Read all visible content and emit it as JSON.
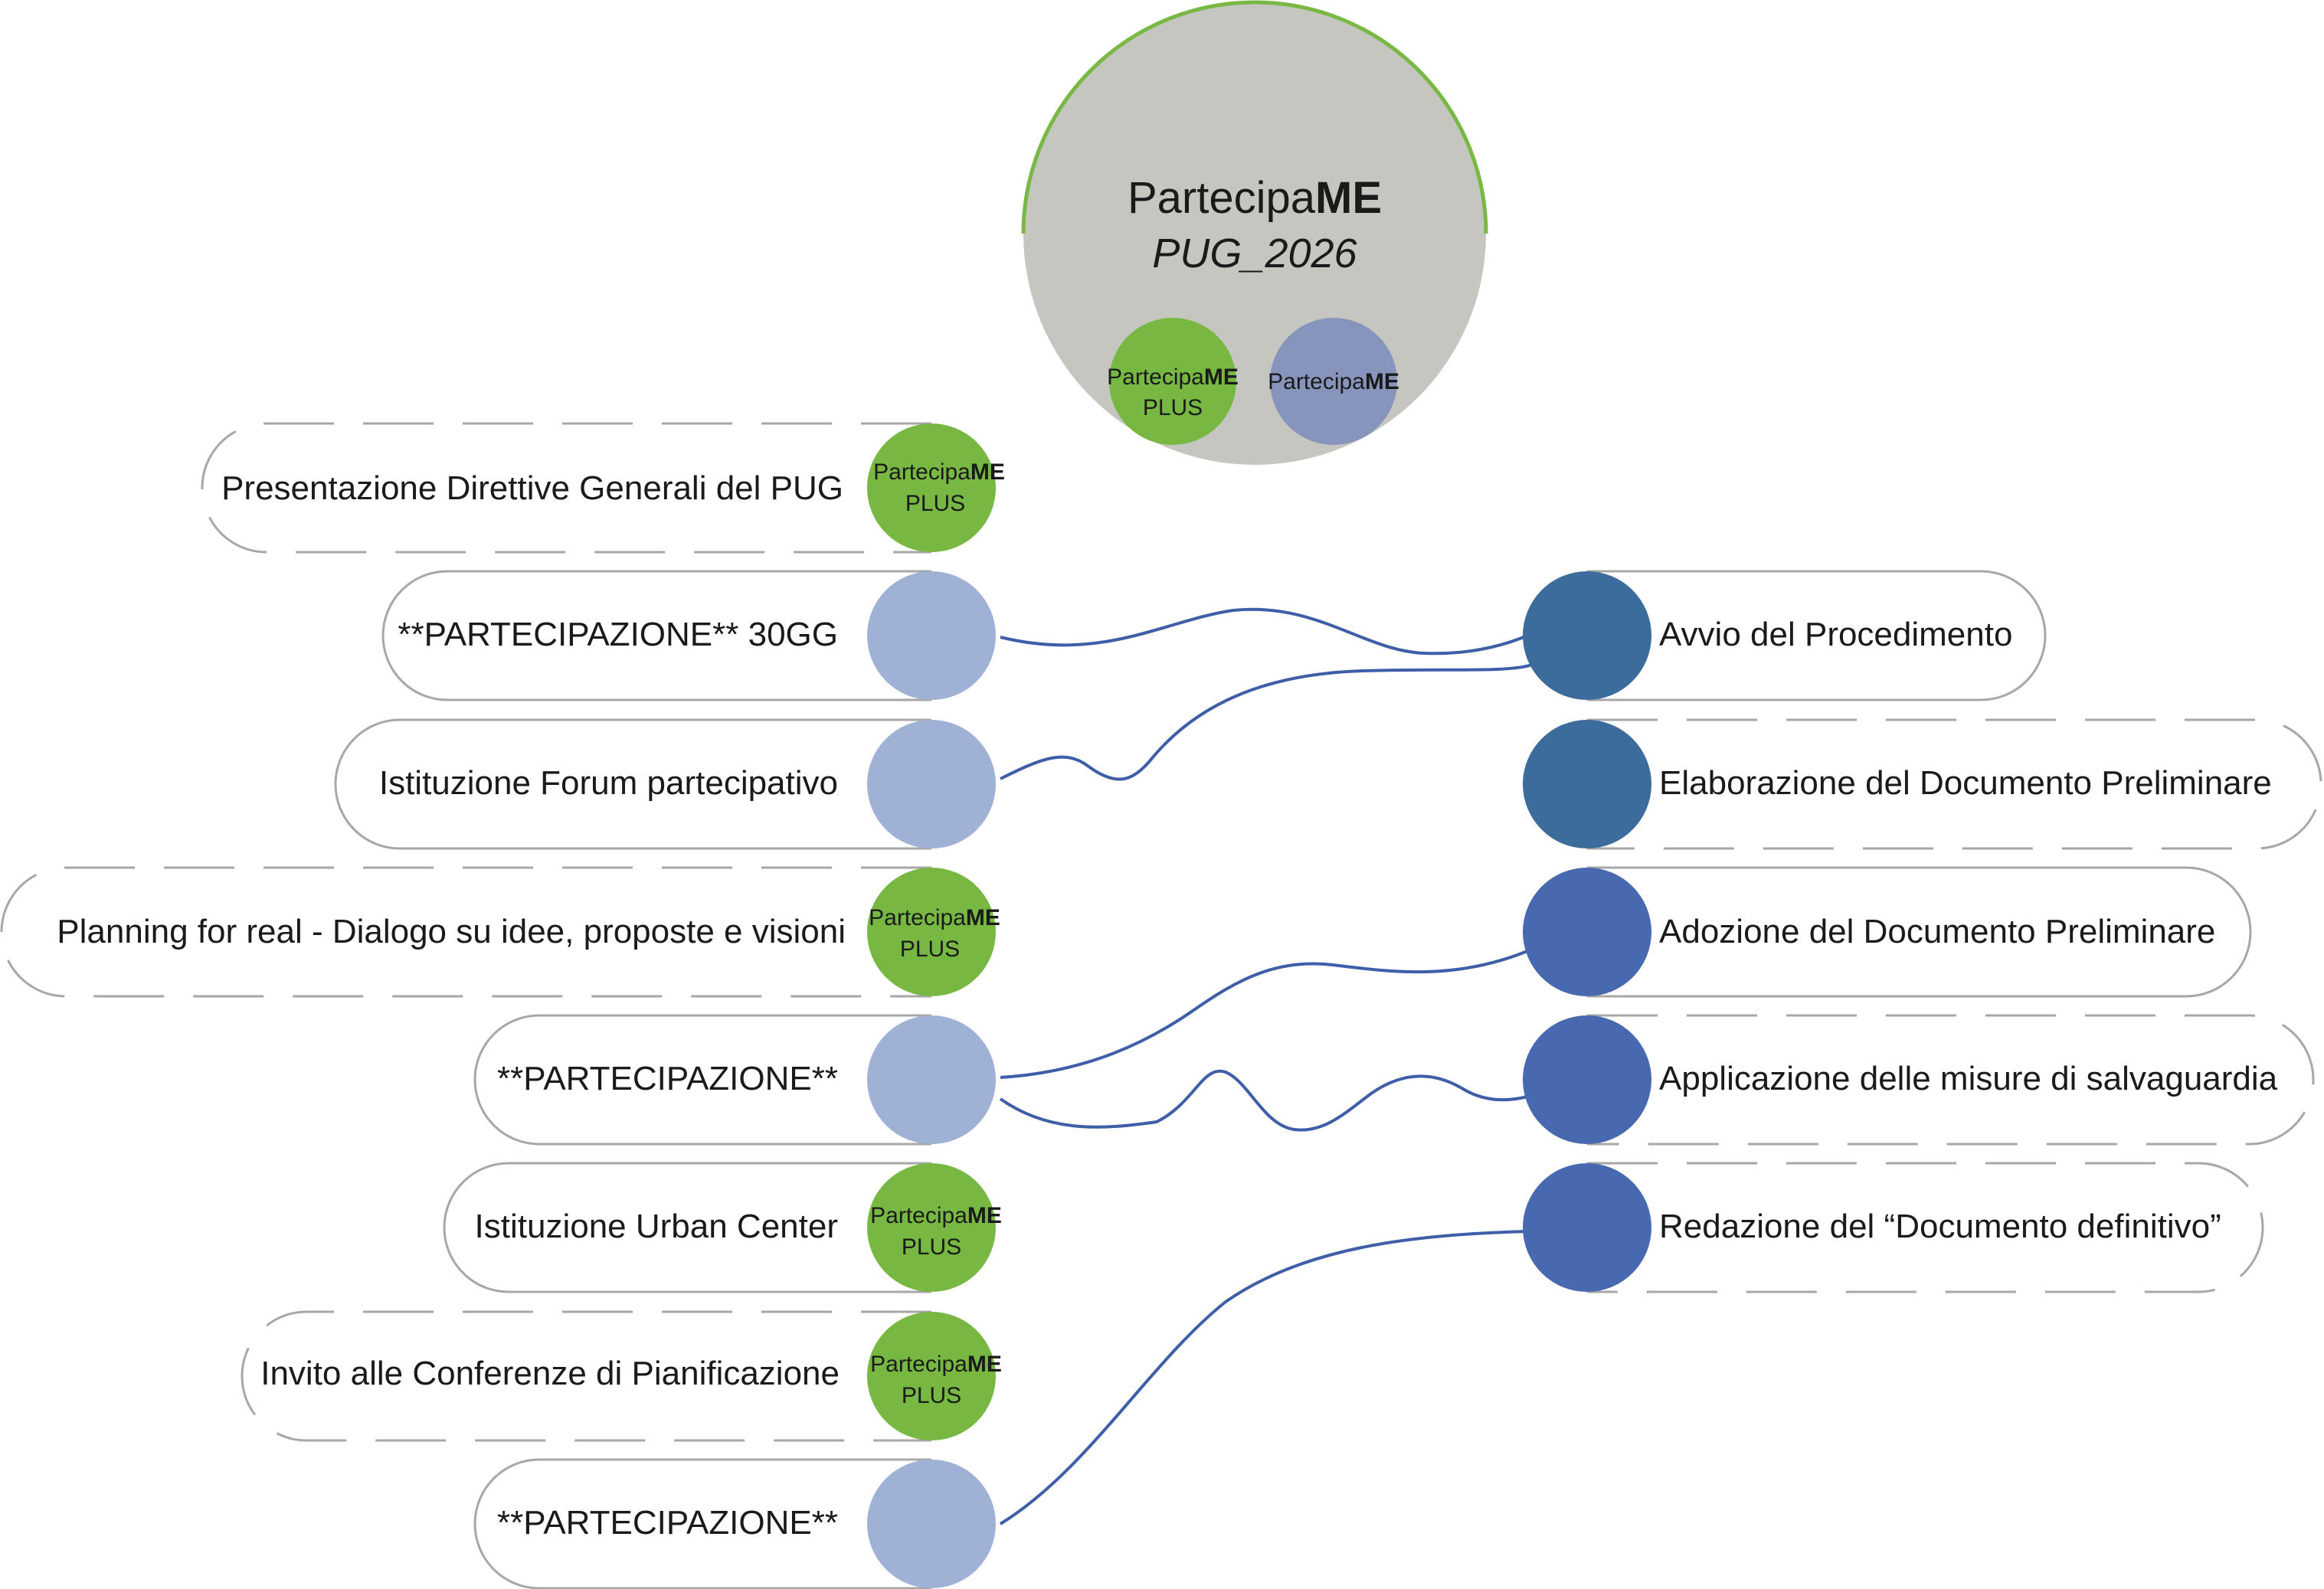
{
  "hub": {
    "brand_light": "Partecipa",
    "brand_bold": "ME",
    "subtitle": "PUG_2026",
    "badge_plus": {
      "light": "Partecipa",
      "bold": "ME",
      "line2": "PLUS"
    },
    "badge_base": {
      "light": "Partecipa",
      "bold": "ME"
    }
  },
  "badge_plus": {
    "light": "Partecipa",
    "bold": "ME",
    "line2": "PLUS"
  },
  "left_steps": [
    {
      "label": "Presentazione Direttive Generali del PUG",
      "kind": "plus"
    },
    {
      "label": "**PARTECIPAZIONE** 30GG",
      "kind": "participation"
    },
    {
      "label": "Istituzione Forum partecipativo",
      "kind": "participation"
    },
    {
      "label": "Planning for real - Dialogo su idee, proposte e visioni",
      "kind": "plus"
    },
    {
      "label": "**PARTECIPAZIONE**",
      "kind": "participation"
    },
    {
      "label": "Istituzione Urban Center",
      "kind": "plus"
    },
    {
      "label": "Invito alle Conferenze di Pianificazione",
      "kind": "plus"
    },
    {
      "label": "**PARTECIPAZIONE**",
      "kind": "participation"
    }
  ],
  "right_steps": [
    {
      "label": "Avvio del Procedimento"
    },
    {
      "label": "Elaborazione del Documento Preliminare"
    },
    {
      "label": "Adozione del Documento Preliminare"
    },
    {
      "label": "Applicazione delle misure di salvaguardia"
    },
    {
      "label": "Redazione del “Documento definitivo”"
    }
  ],
  "colors": {
    "hub_gray": "#c6c6c1",
    "hub_arc": "#78b843",
    "plus_green": "#77b843",
    "base_blue": "#8794bc",
    "participation_blue": "#9fb1d4",
    "right_dark": "#3b6c9c",
    "right_mid": "#4769b0",
    "connector": "#3e5ea8",
    "outline": "#a7a7a7"
  }
}
